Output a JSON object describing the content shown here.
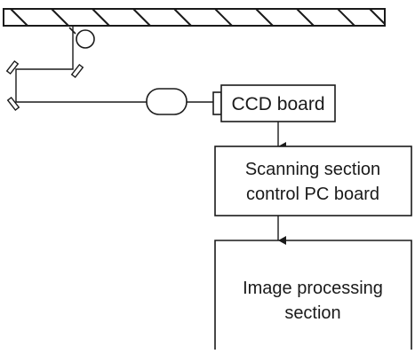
{
  "diagram": {
    "ccd_board_label": "CCD board",
    "scanning_section_label_line1": "Scanning section",
    "scanning_section_label_line2": "control PC board",
    "image_processing_label_line1": "Image processing",
    "image_processing_label_line2": "section"
  },
  "colors": {
    "stroke": "#1a1a1a",
    "background": "#ffffff"
  }
}
